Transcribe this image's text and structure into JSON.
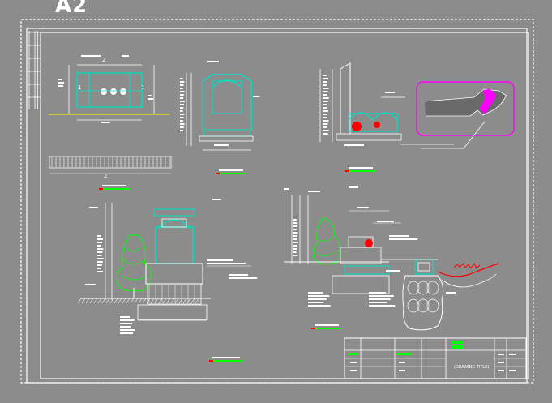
{
  "sheet": {
    "label": "A2"
  },
  "colors": {
    "background": "#8c8c8c",
    "border": "#ffffff",
    "frame_dashed": "#ffffff",
    "primary_line": "#00e0c0",
    "green_line": "#00ff00",
    "dimension": "#ffff00",
    "text_block": "#ffffff",
    "highlight": "#ff00ff",
    "accent_red": "#ff0000",
    "tree": "#00ff00"
  },
  "drawing": {
    "views": [
      {
        "id": "plan-view",
        "kind": "plan"
      },
      {
        "id": "front-elevation",
        "kind": "elevation"
      },
      {
        "id": "side-elevation",
        "kind": "elevation"
      },
      {
        "id": "key-plan",
        "kind": "key-plan"
      },
      {
        "id": "section-a",
        "kind": "section"
      },
      {
        "id": "section-b",
        "kind": "section"
      },
      {
        "id": "detail-rockwork",
        "kind": "detail"
      }
    ],
    "dimensions": {
      "plan_width": "2",
      "plan_height_left": "1",
      "plan_height_right": "1",
      "bottom_run": "2"
    }
  },
  "title_block": {
    "title_label": "(DRAWING TITLE)"
  }
}
